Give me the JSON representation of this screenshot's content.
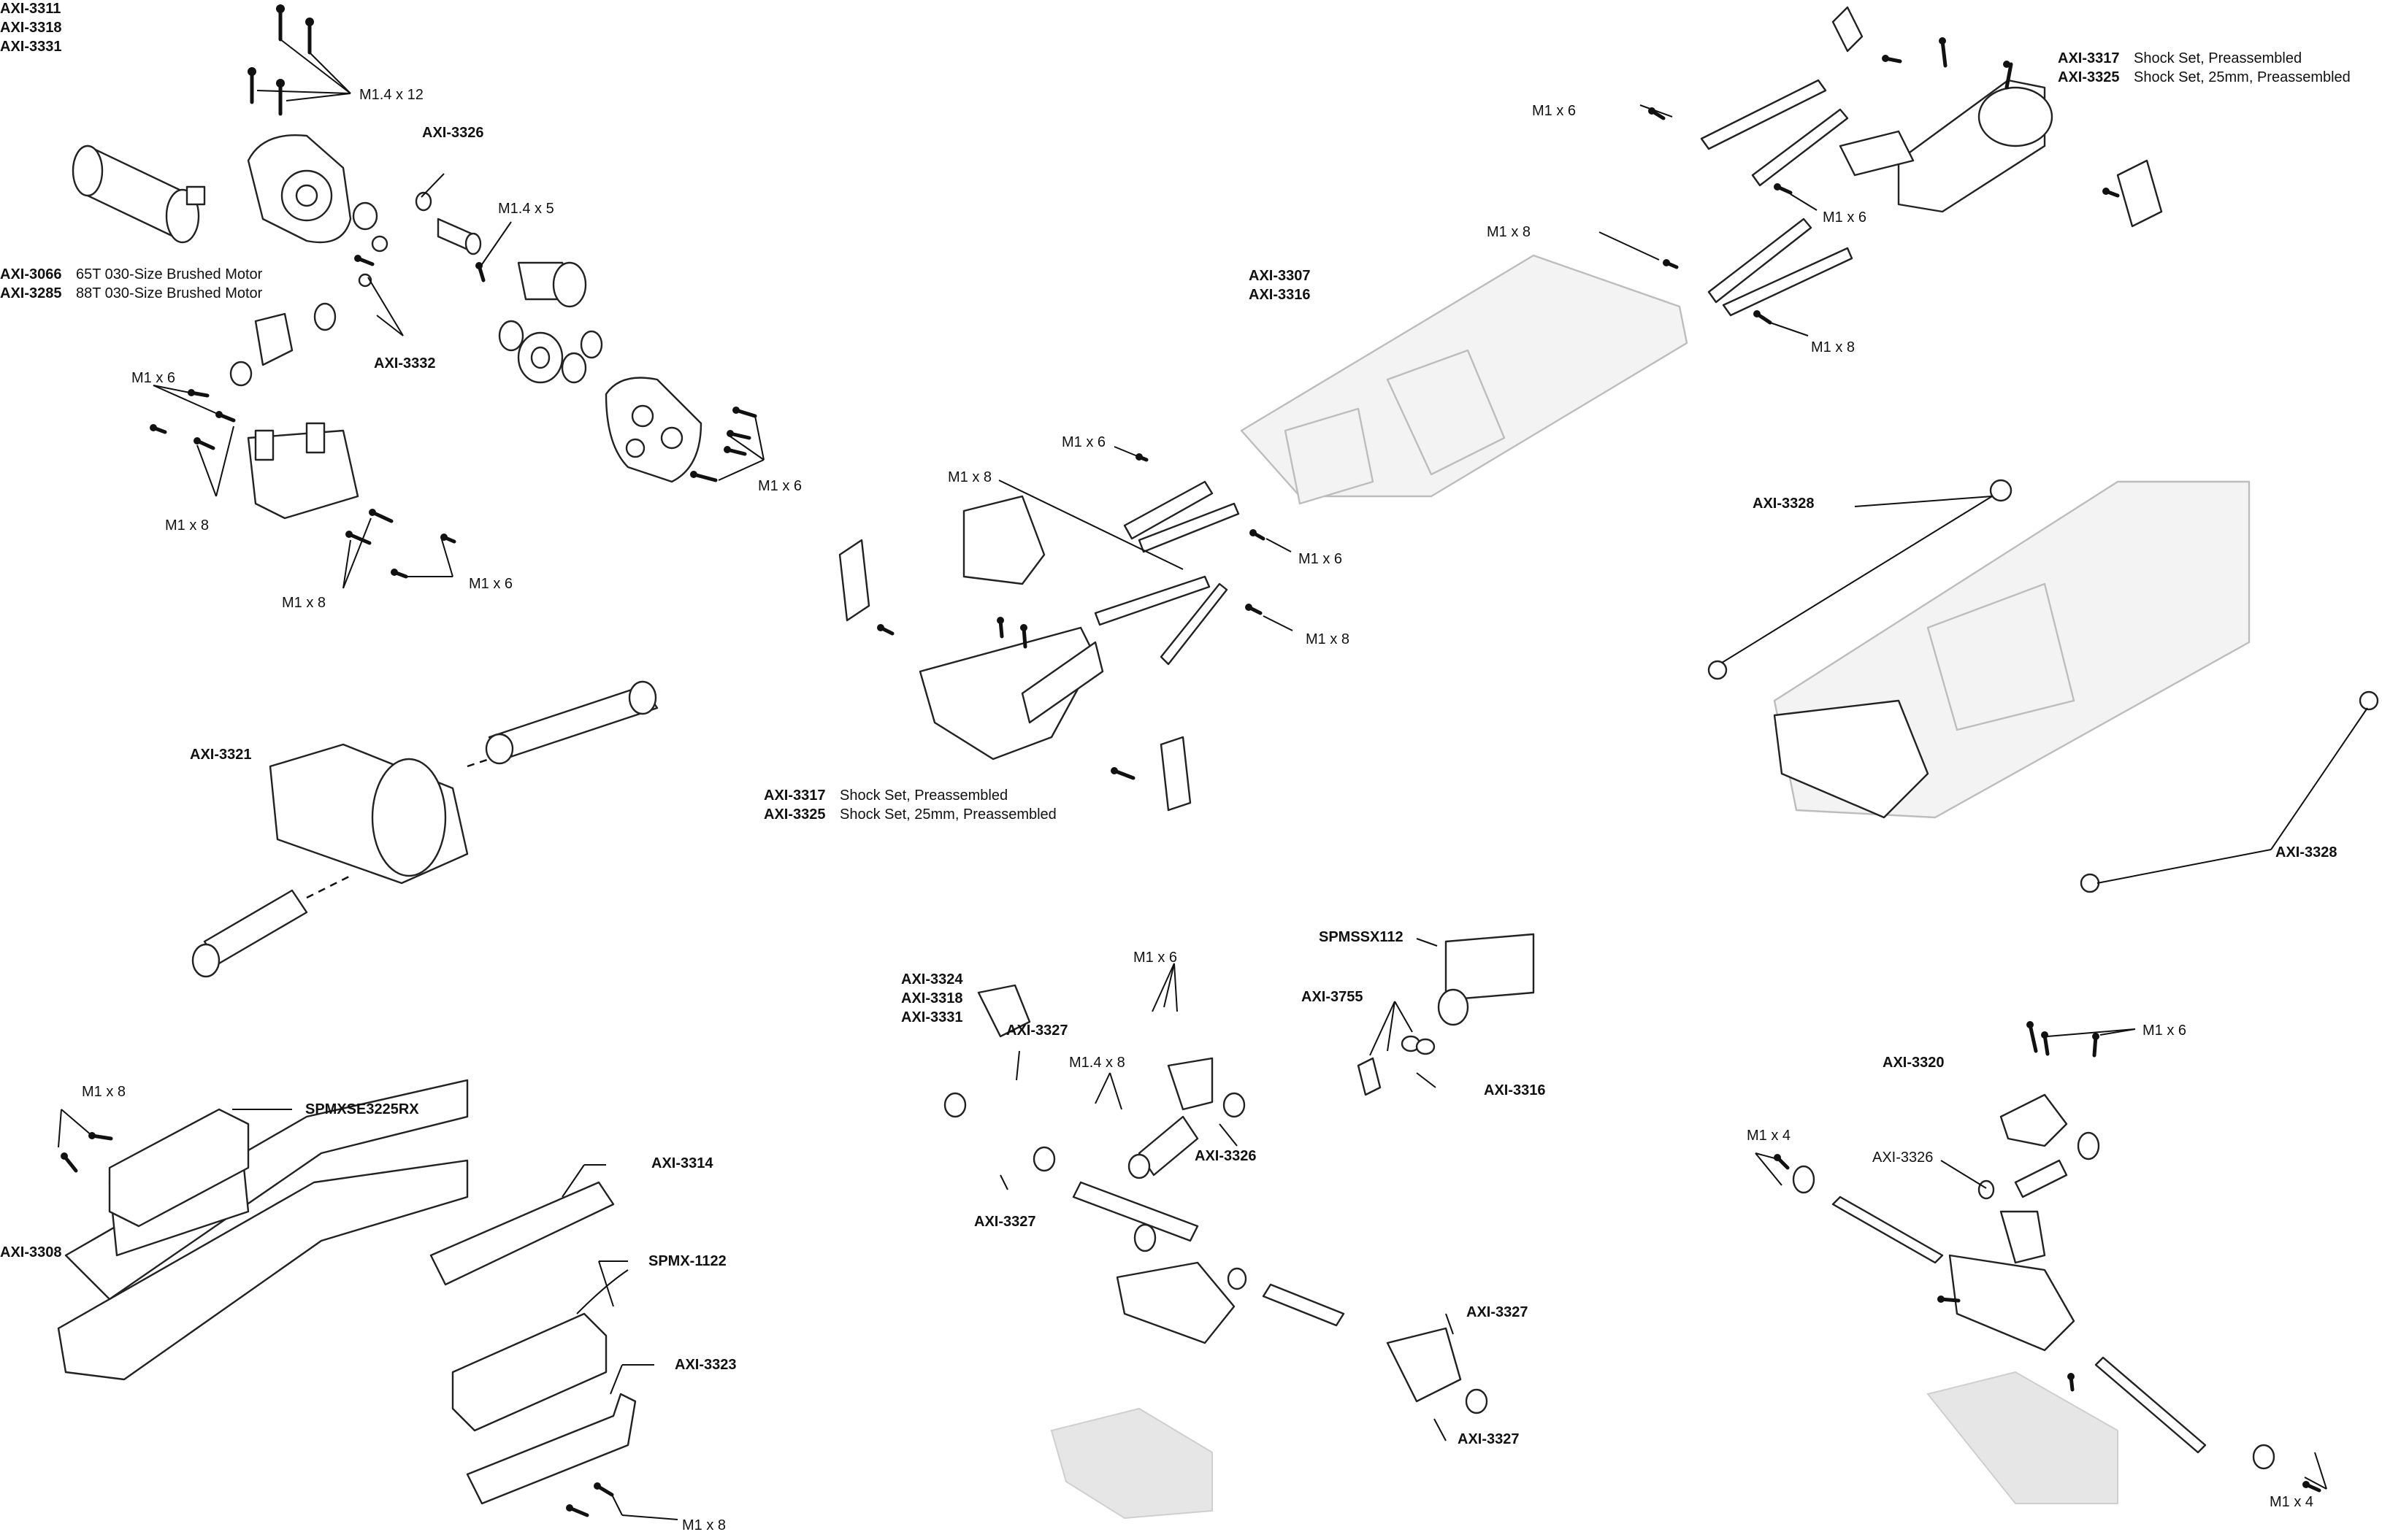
{
  "labels": {
    "l01": "AXI-3311",
    "l02": "AXI-3318",
    "l03": "AXI-3331",
    "l04": "M1.4 x 12",
    "l05": "AXI-3326",
    "l06": "M1.4 x 5",
    "l07": "AXI-3066",
    "l07d": "65T 030-Size Brushed Motor",
    "l08": "AXI-3285",
    "l08d": "88T 030-Size Brushed Motor",
    "l09": "AXI-3332",
    "l10": "M1 x 6",
    "l11": "M1 x 8",
    "l12": "M1 x 6",
    "l13": "M1 x 8",
    "l14": "M1 x 6",
    "l15": "AXI-3321",
    "l16": "M1 x 8",
    "l17": "SPMXSE3225RX",
    "l18": "AXI-3308",
    "l19": "AXI-3314",
    "l20": "SPMX-1122",
    "l21": "AXI-3323",
    "l22": "M1 x 8",
    "l23": "M1 x 6",
    "l24": "M1 x 8",
    "l25": "M1 x 6",
    "l26": "M1 x 8",
    "l27": "AXI-3317",
    "l27d": "Shock Set, Preassembled",
    "l28": "AXI-3325",
    "l28d": "Shock Set, 25mm, Preassembled",
    "l29": "AXI-3307",
    "l30": "AXI-3316",
    "l31": "M1 x 6",
    "l32": "M1 x 8",
    "l33": "M1 x 6",
    "l34": "M1 x 8",
    "l35": "AXI-3317",
    "l35d": "Shock Set, Preassembled",
    "l36": "AXI-3325",
    "l36d": "Shock Set, 25mm, Preassembled",
    "l37": "AXI-3328",
    "l38": "AXI-3328",
    "l39": "AXI-3324",
    "l40": "AXI-3318",
    "l41": "AXI-3331",
    "l42": "AXI-3327",
    "l43": "M1 x 6",
    "l44": "M1.4 x 8",
    "l45": "AXI-3326",
    "l46": "AXI-3327",
    "l47": "SPMSSX112",
    "l48": "AXI-3755",
    "l49": "AXI-3316",
    "l50": "AXI-3327",
    "l51": "AXI-3327",
    "l52": "AXI-3320",
    "l53": "M1 x 6",
    "l54": "M1 x 4",
    "l55": "AXI-3326",
    "l56": "M1 x 4"
  },
  "colors": {
    "ink": "#111111",
    "ghost": "#d6d6d6"
  }
}
